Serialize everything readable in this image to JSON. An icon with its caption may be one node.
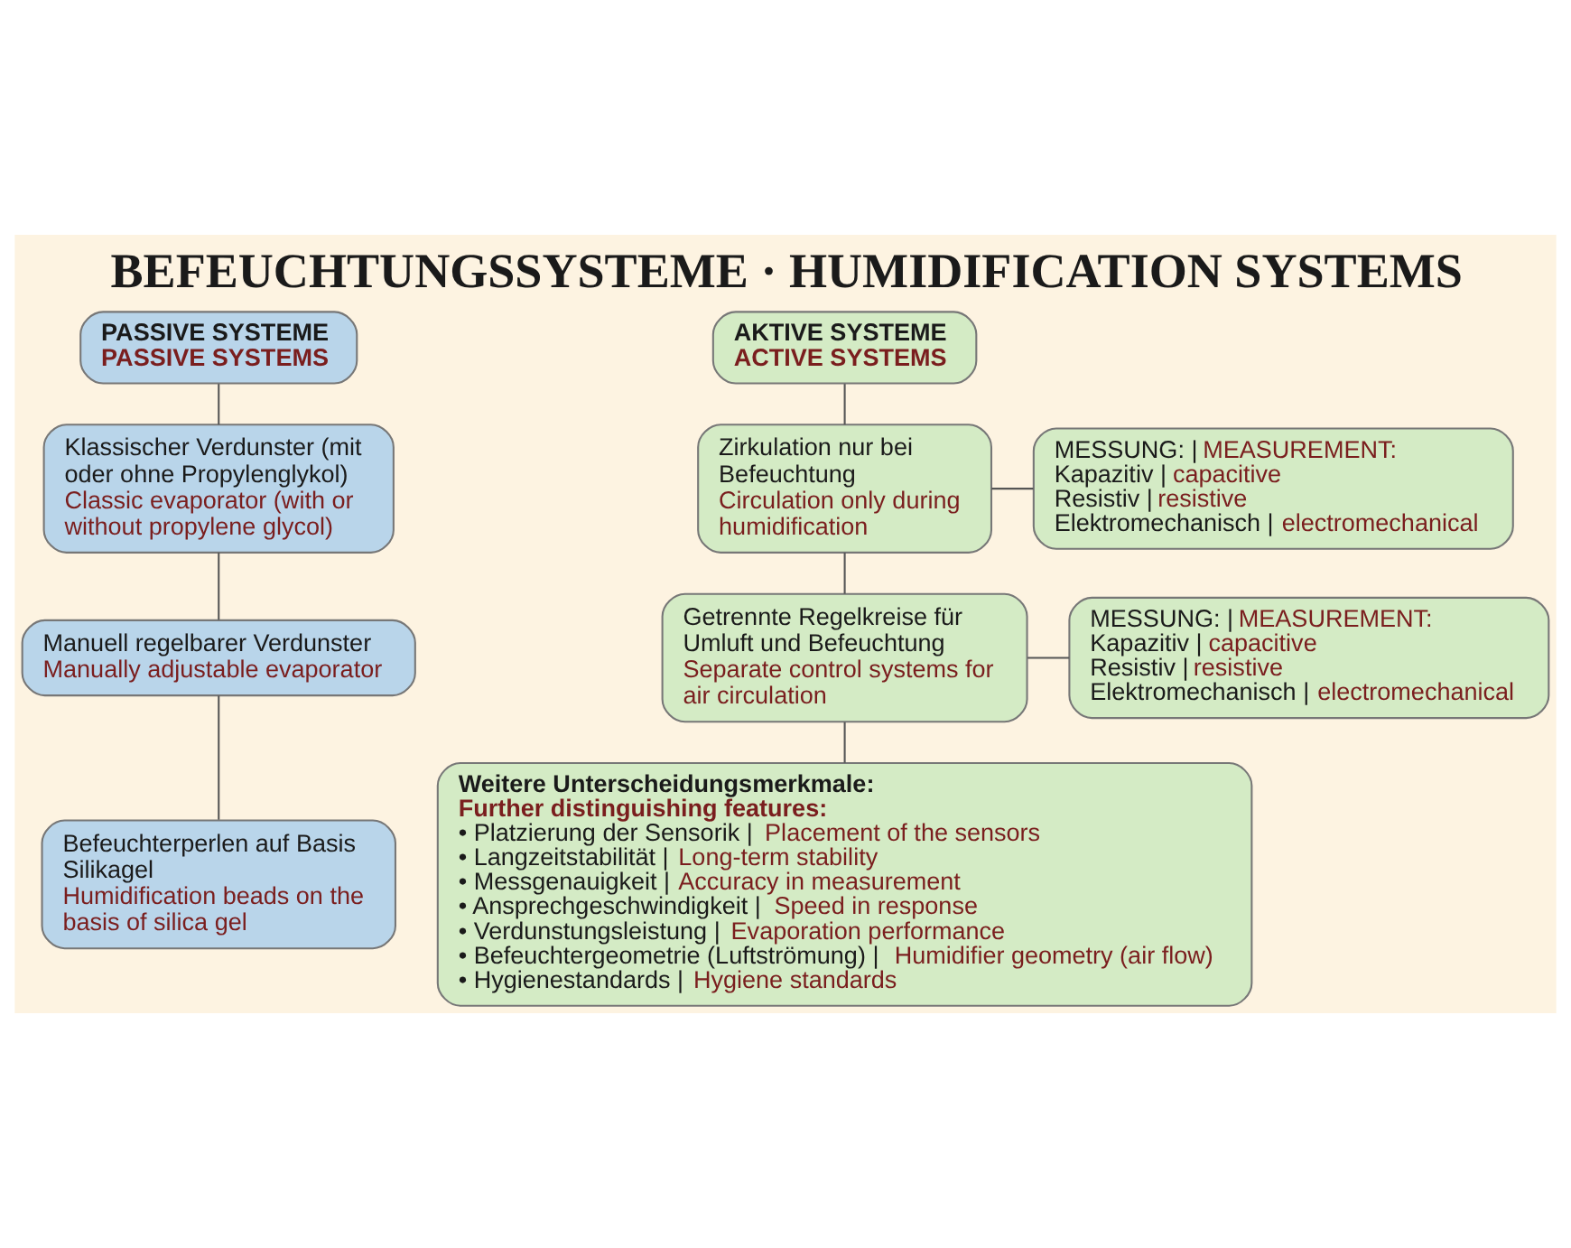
{
  "diagram": {
    "title": "BEFEUCHTUNGSSYSTEME · HUMIDIFICATION SYSTEMS",
    "nodes": [
      {
        "text": [
          "PASSIVE SYSTEME",
          "PASSIVE SYSTEMS"
        ]
      },
      {
        "text": [
          "Klassischer Verdunster (mit oder ohne Propylenglykol)",
          "Classic evaporator (with or without propylene glycol)"
        ]
      },
      {
        "text": [
          "Manuell regelbarer Verdunster",
          "Manually adjustable evaporator"
        ]
      },
      {
        "text": [
          "Befeuchterperlen auf Basis Silikagel",
          "Humidification beads on the basis of silica gel"
        ]
      },
      {
        "text": [
          "AKTIVE SYSTEME",
          "ACTIVE SYSTEMS"
        ]
      },
      {
        "text": [
          "Zirkulation nur bei Befeuchtung",
          "Circulation only during humidification"
        ]
      },
      {
        "text": [
          "MESSUNG: | MEASUREMENT:",
          "Kapazitiv | capacitive",
          "Resistiv | resistive",
          "Elektromechanisch | electromechanical"
        ]
      },
      {
        "text": [
          "Getrennte Regelkreise für Umluft und Befeuchtung",
          "Separate control systems for air circulation"
        ]
      },
      {
        "text": [
          "MESSUNG: | MEASUREMENT:",
          "Kapazitiv | capacitive",
          "Resistiv | resistive",
          "Elektromechanisch | electromechanical"
        ]
      },
      {
        "text": [
          "Weitere Unterscheidungsmerkmale:",
          "Further distinguishing features:",
          "• Platzierung der Sensorik | Placement of the sensors",
          "• Langzeitstabilität | Long-term stability",
          "• Messgenauigkeit | Accuracy in measurement",
          "• Ansprechgeschwindigkeit | Speed in response",
          "• Verdunstungsleistung | Evaporation performance",
          "• Befeuchtergeometrie (Luftströmung) | Humidifier geometry (air flow)",
          "• Hygienestandards | Hygiene standards"
        ]
      }
    ],
    "edges": [
      {
        "from": 0,
        "to": 1,
        "arrow": "none"
      },
      {
        "from": 1,
        "to": 2,
        "arrow": "none"
      },
      {
        "from": 2,
        "to": 3,
        "arrow": "none"
      },
      {
        "from": 4,
        "to": 5,
        "arrow": "none"
      },
      {
        "from": 5,
        "to": 6,
        "arrow": "none"
      },
      {
        "from": 5,
        "to": 7,
        "arrow": "none"
      },
      {
        "from": 7,
        "to": 8,
        "arrow": "none"
      },
      {
        "from": 7,
        "to": 9,
        "arrow": "none"
      }
    ]
  }
}
